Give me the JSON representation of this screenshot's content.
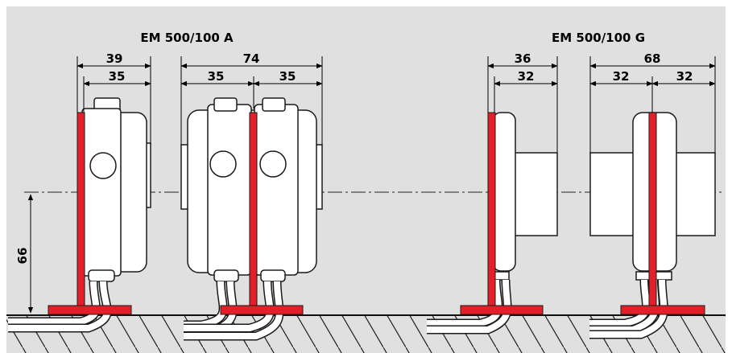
{
  "titles": {
    "left": "EM 500/100 A",
    "right": "EM 500/100 G"
  },
  "dimensions": {
    "a_single_outer": "39",
    "a_single_inner": "35",
    "a_double_total": "74",
    "a_double_left": "35",
    "a_double_right": "35",
    "g_single_outer": "36",
    "g_single_inner": "32",
    "g_double_total": "68",
    "g_double_left": "32",
    "g_double_right": "32",
    "height": "66"
  },
  "colors": {
    "background": "#e0e0e0",
    "accent_red": "#e3202a",
    "body_fill": "#ffffff",
    "outline": "#1a1a1a"
  }
}
